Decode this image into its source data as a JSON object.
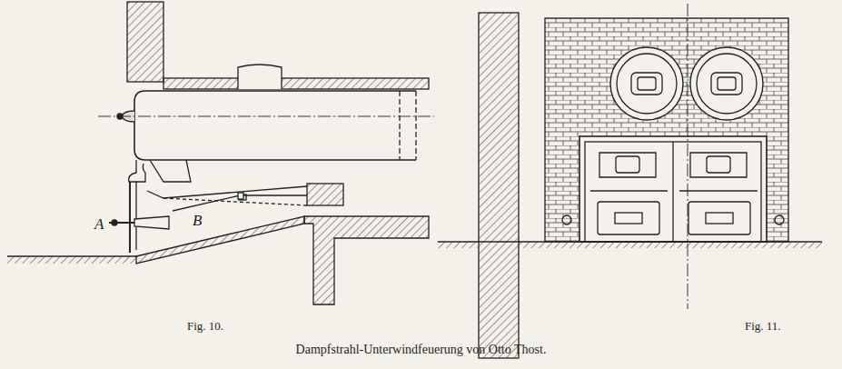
{
  "diagram": {
    "caption": "Dampfstrahl-Unterwindfeuerung von Otto Thost.",
    "labels": [
      "A",
      "B",
      "Fig. 10.",
      "Fig. 11."
    ]
  }
}
